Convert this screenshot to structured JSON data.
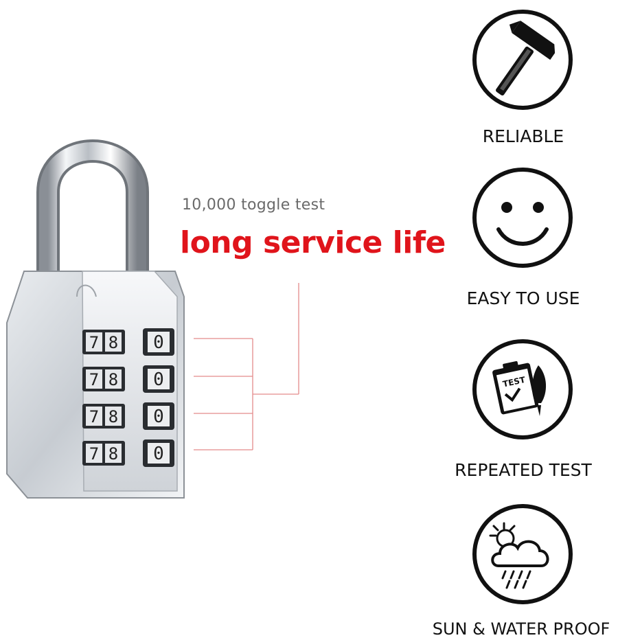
{
  "callout": {
    "subtitle": "10,000 toggle test",
    "headline": "long service life"
  },
  "lock": {
    "wheel_digits": [
      "7",
      "8",
      "0"
    ]
  },
  "features": [
    {
      "icon": "hammer-icon",
      "label": "RELIABLE"
    },
    {
      "icon": "smiley-face-icon",
      "label": "EASY TO USE"
    },
    {
      "icon": "test-clipboard-icon",
      "label": "REPEATED TEST",
      "icon_text": "TEST"
    },
    {
      "icon": "sun-cloud-rain-icon",
      "label": "SUN & WATER PROOF"
    }
  ],
  "colors": {
    "accent_red": "#e0141b",
    "subtitle_gray": "#6a6a6a",
    "icon_black": "#111111"
  }
}
